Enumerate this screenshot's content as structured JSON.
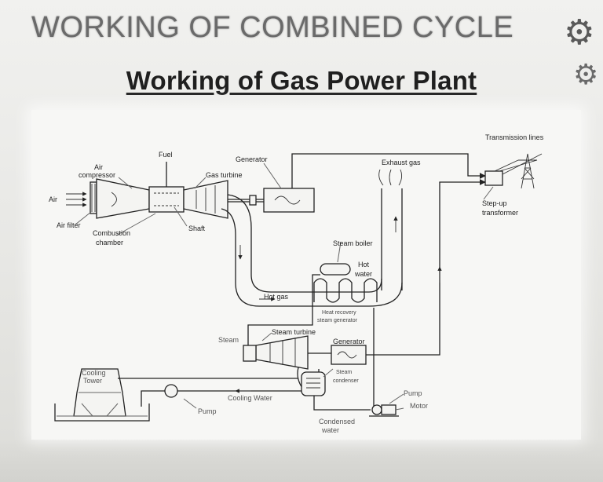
{
  "slide": {
    "title": "WORKING OF COMBINED CYCLE",
    "subtitle": "Working of Gas Power Plant"
  },
  "diagram": {
    "labels": {
      "transmission_lines": "Transmission lines",
      "fuel": "Fuel",
      "generator_top": "Generator",
      "exhaust_gas": "Exhaust gas",
      "air_compressor_1": "Air",
      "air_compressor_2": "compressor",
      "gas_turbine": "Gas turbine",
      "air": "Air",
      "air_filter": "Air filter",
      "combustion_chamber_1": "Combustion",
      "combustion_chamber_2": "chamber",
      "shaft": "Shaft",
      "step_up_1": "Step-up",
      "step_up_2": "transformer",
      "steam_boiler": "Steam boiler",
      "hot_water_1": "Hot",
      "hot_water_2": "water",
      "hot_gas": "Hot gas",
      "hrsg_1": "Heat recovery",
      "hrsg_2": "steam generator",
      "steam_turbine": "Steam turbine",
      "steam": "Steam",
      "generator_bottom": "Generator",
      "cooling_tower_1": "Cooling",
      "cooling_tower_2": "Tower",
      "steam_condenser_1": "Steam",
      "steam_condenser_2": "condenser",
      "cooling_water": "Cooling Water",
      "pump_left": "Pump",
      "pump_right": "Pump",
      "motor": "Motor",
      "condensed_water_1": "Condensed",
      "condensed_water_2": "water"
    }
  }
}
